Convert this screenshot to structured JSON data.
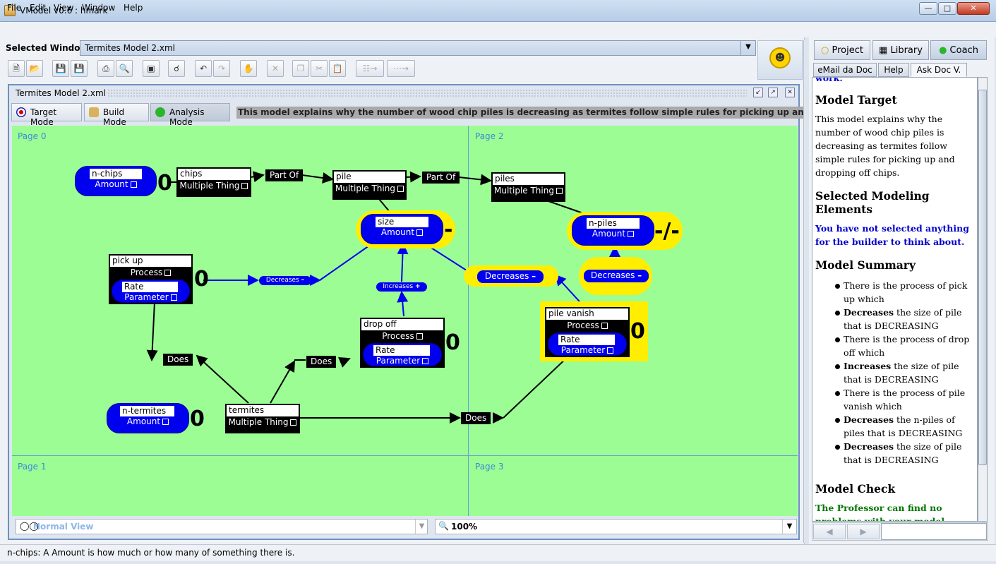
{
  "window": {
    "title": "VModel v0.6 : hmark"
  },
  "menu": [
    "File",
    "Edit",
    "View",
    "Window",
    "Help"
  ],
  "selected_window": {
    "label": "Selected Window:",
    "value": "Termites Model 2.xml"
  },
  "model_window": {
    "title": "Termites Model 2.xml"
  },
  "modes": {
    "target": "Target Mode",
    "build": "Build Mode",
    "analysis": "Analysis Mode"
  },
  "model_description": "This model explains why the number of wood chip piles is decreasing as termites follow simple rules for picking up and dropping off chips.",
  "pages": [
    "Page 0",
    "Page 2",
    "Page 1",
    "Page 3"
  ],
  "nodes": {
    "nchips": {
      "name": "n-chips",
      "type": "Amount",
      "value": "0"
    },
    "chips": {
      "name": "chips",
      "type": "Multiple Thing"
    },
    "pile": {
      "name": "pile",
      "type": "Multiple Thing"
    },
    "piles": {
      "name": "piles",
      "type": "Multiple Thing"
    },
    "size": {
      "name": "size",
      "type": "Amount",
      "value": "-"
    },
    "npiles": {
      "name": "n-piles",
      "type": "Amount",
      "value": "-/-"
    },
    "pickup": {
      "name": "pick up",
      "type": "Process",
      "rate_name": "Rate",
      "rate_type": "Parameter",
      "value": "0"
    },
    "dropoff": {
      "name": "drop off",
      "type": "Process",
      "rate_name": "Rate",
      "rate_type": "Parameter",
      "value": "0"
    },
    "pilevanish": {
      "name": "pile vanish",
      "type": "Process",
      "rate_name": "Rate",
      "rate_type": "Parameter",
      "value": "0"
    },
    "ntermites": {
      "name": "n-termites",
      "type": "Amount",
      "value": "0"
    },
    "termites": {
      "name": "termites",
      "type": "Multiple Thing"
    }
  },
  "relations": {
    "partof1": "Part Of",
    "partof2": "Part Of",
    "decreases_small": "Decreases",
    "increases_small": "Increases",
    "decreases_mid": "Decreases",
    "decreases_right": "Decreases",
    "does1": "Does",
    "does2": "Does",
    "does3": "Does"
  },
  "view": {
    "mode": "Normal View",
    "zoom": "100%"
  },
  "status": "n-chips: A Amount is how much or how many of something there is.",
  "right_tabs": [
    "Project",
    "Library",
    "Coach"
  ],
  "sub_tabs": [
    "eMail da Doc",
    "Help",
    "Ask Doc V."
  ],
  "coach": {
    "partial_top": "work.",
    "target_heading": "Model Target",
    "target_text": "This model explains why the number of wood chip piles is decreasing as termites follow simple rules for picking up and dropping off chips.",
    "selected_heading": "Selected Modeling Elements",
    "selected_text": "You have not selected anything for the builder to think about.",
    "summary_heading": "Model Summary",
    "summary": [
      {
        "bold": "",
        "text": "There is the process of pick up which"
      },
      {
        "bold": "Decreases",
        "text": " the size of pile that is DECREASING"
      },
      {
        "bold": "",
        "text": "There is the process of drop off which"
      },
      {
        "bold": "Increases",
        "text": " the size of pile that is DECREASING"
      },
      {
        "bold": "",
        "text": "There is the process of pile vanish which"
      },
      {
        "bold": "Decreases",
        "text": " the n-piles of piles that is DECREASING"
      },
      {
        "bold": "Decreases",
        "text": " the size of pile that is DECREASING"
      }
    ],
    "check_heading": "Model Check",
    "check_text": "The Professor can find no problems with your model."
  },
  "colors": {
    "canvas": "#9cfd94",
    "highlight": "#ffee00",
    "amount": "#0000ee",
    "coach_blue": "#0000cc",
    "coach_green": "#007700"
  }
}
